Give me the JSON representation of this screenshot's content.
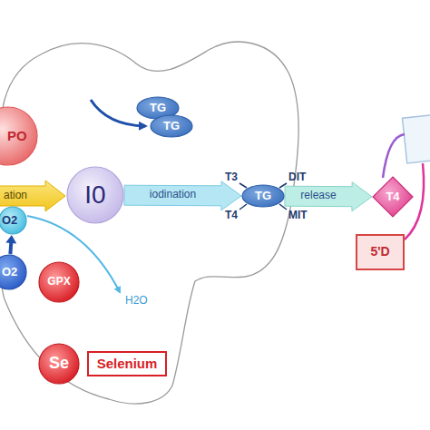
{
  "diagram": {
    "nodes": [
      {
        "text": [
          "PO"
        ]
      },
      {
        "text": [
          "I0"
        ]
      },
      {
        "text": [
          "O2"
        ]
      },
      {
        "text": [
          "GPX"
        ]
      },
      {
        "text": [
          "O2"
        ]
      },
      {
        "text": [
          "Se"
        ]
      },
      {
        "text": [
          "Selenium"
        ]
      },
      {
        "text": [
          "TG"
        ]
      },
      {
        "text": [
          "TG"
        ]
      },
      {
        "text": [
          "TG"
        ]
      },
      {
        "text": [
          "T4"
        ]
      },
      {
        "text": [
          "5'D"
        ]
      }
    ],
    "edges": [
      {
        "from": 4,
        "to": 2,
        "arrow": "to"
      },
      {
        "from": 1,
        "to": 9,
        "label": "iodination",
        "arrow": "to"
      },
      {
        "from": 9,
        "to": 10,
        "label": "release",
        "arrow": "to"
      }
    ],
    "labels": [
      "ation",
      "H2O",
      "T3",
      "T4",
      "DIT",
      "MIT"
    ]
  }
}
